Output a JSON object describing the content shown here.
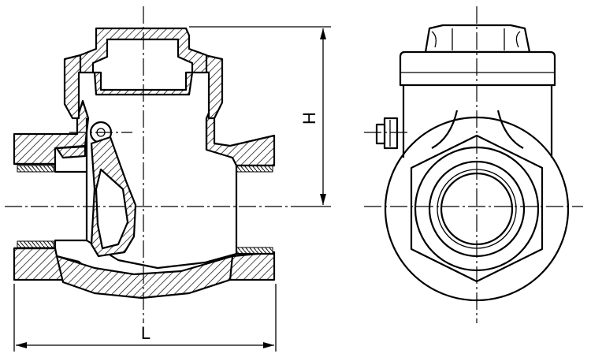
{
  "dimensions": {
    "length_label": "L",
    "height_label": "H"
  },
  "views": {
    "section": "swing-check-valve-sectional-view",
    "side": "swing-check-valve-end-view"
  }
}
